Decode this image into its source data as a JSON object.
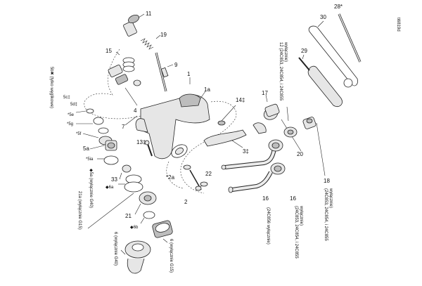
{
  "figure_id": "ti6819d",
  "labels": {
    "l11": "11",
    "l19": "19",
    "l15": "15",
    "l9": "9",
    "l1": "1",
    "l1a": "1a",
    "l7": "7",
    "l4": "4",
    "l13": "13‡",
    "l14": "14‡",
    "l3": "3‡",
    "l17": "17",
    "l20": "20",
    "l22": "22",
    "l2": "2",
    "l2a": "*2a",
    "l33": "33",
    "l5a": "5a",
    "l5c": "5c‡",
    "l5d": "5d‡",
    "l5e": "*5e",
    "l5f": "*5f",
    "l5g": "*5g",
    "l5b_note": "5b✖ (tylko węglikowe)",
    "l5ia": "*5ia",
    "l6a": "◆6a",
    "l6b": "◆6b",
    "l5ia_note": "◆5a (wyłącznie G40)",
    "l21": "21",
    "l21a": "21a (wyłącznie G15)",
    "l6_g40": "6 (wyłącznie G40)",
    "l6_g15": "6 (wyłącznie G15)",
    "l12": "12 (24C853, 24C854, i 24C855",
    "l12b": "wyłącznie)",
    "l16a_num": "16",
    "l16a_txt": "(24C856 wyłącznie)",
    "l16b_num": "16",
    "l16b_txt": "(24C853, 24C854, i 24C855",
    "l16b_txt2": "wyłącznie)",
    "l18_num": "18",
    "l18_txt": "(24C853, 24C854, i 24C855",
    "l18_txt2": "wyłącznie)",
    "l28": "28*",
    "l29": "29",
    "l30": "30"
  }
}
